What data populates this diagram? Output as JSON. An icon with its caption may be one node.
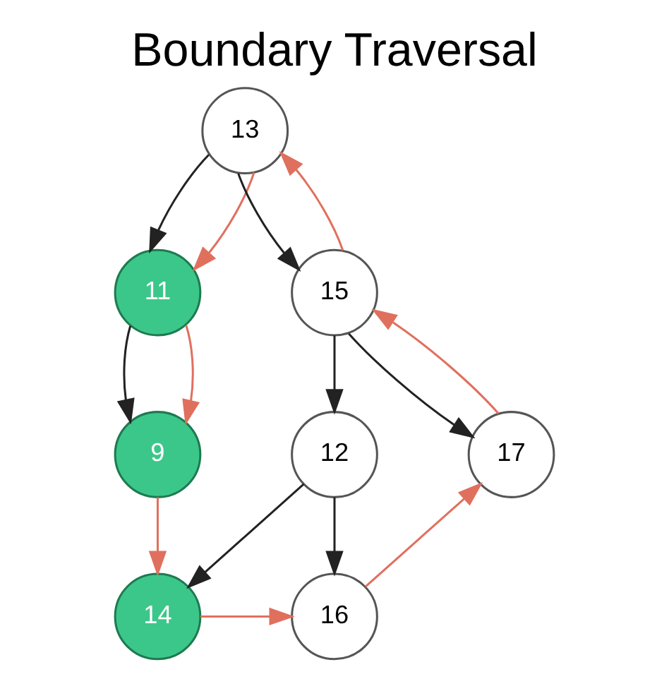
{
  "diagram": {
    "title": "Boundary Traversal",
    "nodes": [
      {
        "text": [
          "13"
        ]
      },
      {
        "text": [
          "11"
        ]
      },
      {
        "text": [
          "15"
        ]
      },
      {
        "text": [
          "9"
        ]
      },
      {
        "text": [
          "12"
        ]
      },
      {
        "text": [
          "17"
        ]
      },
      {
        "text": [
          "14"
        ]
      },
      {
        "text": [
          "16"
        ]
      }
    ],
    "edges": [
      {
        "from": 0,
        "to": 1,
        "arrow": "to"
      },
      {
        "from": 0,
        "to": 2,
        "arrow": "to"
      },
      {
        "from": 1,
        "to": 3,
        "arrow": "to"
      },
      {
        "from": 2,
        "to": 4,
        "arrow": "to"
      },
      {
        "from": 2,
        "to": 5,
        "arrow": "to"
      },
      {
        "from": 4,
        "to": 6,
        "arrow": "to"
      },
      {
        "from": 4,
        "to": 7,
        "arrow": "to"
      },
      {
        "from": 0,
        "to": 1,
        "arrow": "to",
        "color": "#e0705e"
      },
      {
        "from": 1,
        "to": 3,
        "arrow": "to",
        "color": "#e0705e"
      },
      {
        "from": 3,
        "to": 6,
        "arrow": "to",
        "color": "#e0705e"
      },
      {
        "from": 6,
        "to": 7,
        "arrow": "to",
        "color": "#e0705e"
      },
      {
        "from": 7,
        "to": 5,
        "arrow": "to",
        "color": "#e0705e"
      },
      {
        "from": 5,
        "to": 2,
        "arrow": "to",
        "color": "#e0705e"
      },
      {
        "from": 2,
        "to": 0,
        "arrow": "to",
        "color": "#e0705e"
      }
    ]
  }
}
